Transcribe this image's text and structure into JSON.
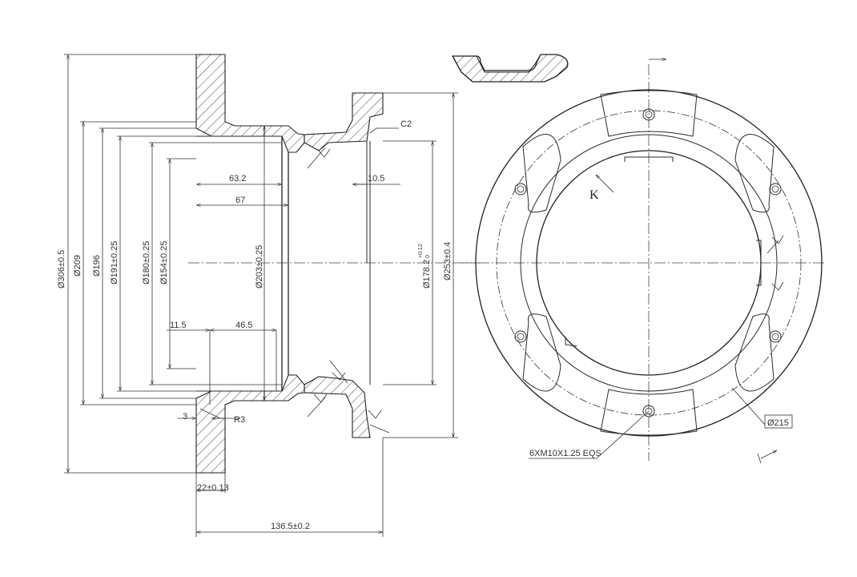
{
  "dimensions": {
    "d306": "Ø306±0.5",
    "d209": "Ø209",
    "d196": "Ø196",
    "d191": "Ø191±0.25",
    "d180": "Ø180±0.25",
    "d154": "Ø154±0.25",
    "d203": "Ø203±0.25",
    "d178": "Ø178.2",
    "d178_tol_upper": "+0.12",
    "d178_tol_lower": "0",
    "d253": "Ø253±0.4",
    "l63": "63.2",
    "l67": "67",
    "l10_5": "10.5",
    "l11_5": "11.5",
    "l46_5": "46.5",
    "l3": "3",
    "r3": "R3",
    "c2": "C2",
    "l22": "22±0.13",
    "l136": "136.5±0.2",
    "pcd": "Ø215",
    "thread": "6XM10X1.25 EQS",
    "view_k": "K"
  },
  "colors": {
    "line": "#2b2b2b",
    "background": "#ffffff"
  }
}
